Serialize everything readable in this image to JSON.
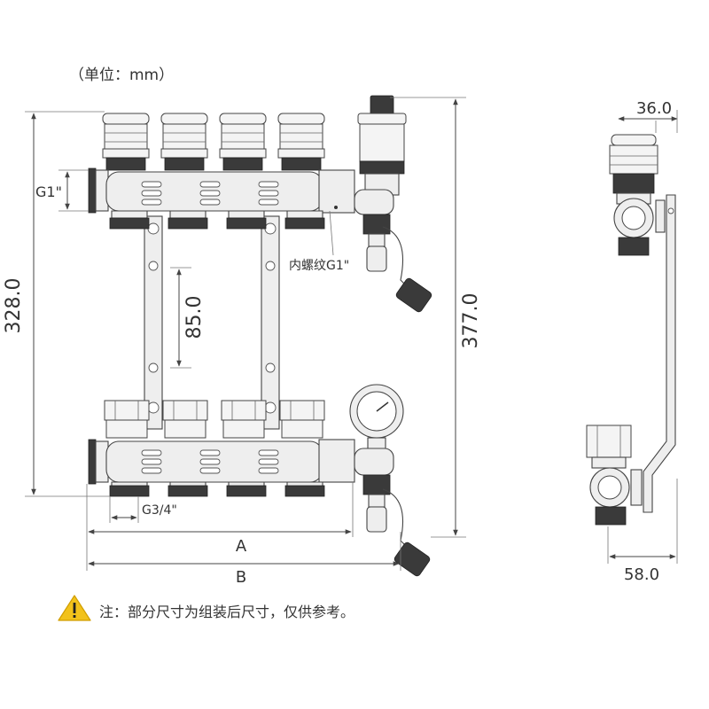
{
  "unit_label": "（单位：mm）",
  "dimensions": {
    "g1": "G1\"",
    "height_328": "328.0",
    "spacing_85": "85.0",
    "height_377": "377.0",
    "inner_thread": "内螺纹G1\"",
    "g34": "G3/4\"",
    "a": "A",
    "b": "B",
    "side_36": "36.0",
    "side_58": "58.0"
  },
  "note": {
    "text": "注：部分尺寸为组装后尺寸，仅供参考。",
    "icon": "warning-triangle-icon",
    "icon_color": "#f2c21b"
  },
  "colors": {
    "line": "#444444",
    "dark_part": "#3a3a3a",
    "metal": "#eeeeee"
  }
}
